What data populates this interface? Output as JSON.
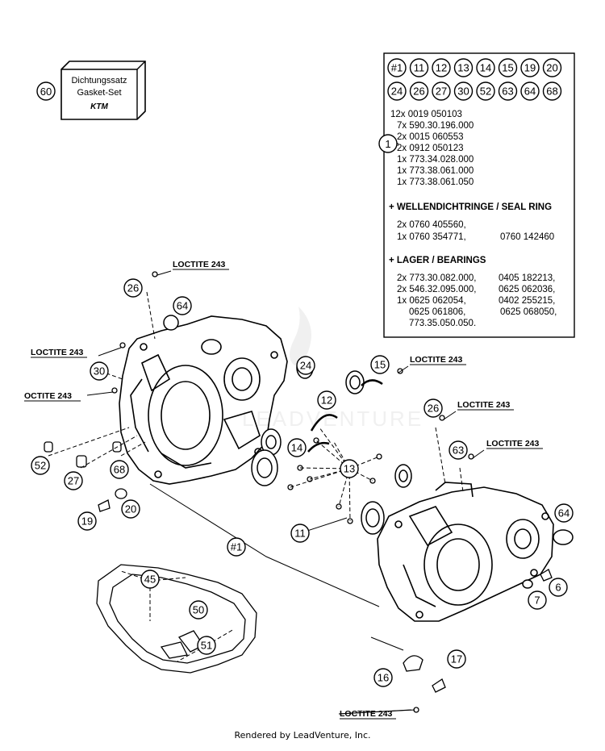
{
  "kit_box": {
    "callout": "60",
    "line1": "Dichtungssatz",
    "line2": "Gasket-Set",
    "brand": "KTM"
  },
  "legend": {
    "callout": "1",
    "badges_row1": [
      "#1",
      "11",
      "12",
      "13",
      "14",
      "15",
      "19",
      "20"
    ],
    "badges_row2": [
      "24",
      "26",
      "27",
      "30",
      "52",
      "63",
      "64",
      "68"
    ],
    "screws": [
      "12x 0019 050103",
      "7x 590.30.196.000",
      "2x 0015 060553",
      "2x 0912 050123",
      "1x 773.34.028.000",
      "1x 773.38.061.000",
      "1x 773.38.061.050"
    ],
    "seal_heading": "+ WELLENDICHTRINGE /  SEAL RING",
    "seal_lines": [
      {
        "left": "2x 0760 405560,",
        "right": ""
      },
      {
        "left": "1x 0760 354771,",
        "right": "0760 142460"
      }
    ],
    "bearing_heading": "+ LAGER / BEARINGS",
    "bearing_lines": [
      {
        "left": "2x 773.30.082.000,",
        "right": "0405 182213,"
      },
      {
        "left": "2x 546.32.095.000,",
        "right": "0625 062036,"
      },
      {
        "left": "1x 0625 062054,",
        "right": "0402 255215,"
      },
      {
        "left": "0625 061806,",
        "right": "0625 068050,"
      },
      {
        "left": "773.35.050.050.",
        "right": ""
      }
    ]
  },
  "loctite_labels": [
    "LOCTITE 243",
    "LOCTITE 243",
    "OCTITE 243",
    "LOCTITE 243",
    "LOCTITE 243",
    "LOCTITE 243",
    "LOCTITE 243"
  ],
  "callouts": [
    "26",
    "64",
    "30",
    "24",
    "15",
    "12",
    "52",
    "27",
    "68",
    "14",
    "13",
    "26",
    "63",
    "19",
    "20",
    "11",
    "#1",
    "64",
    "6",
    "7",
    "45",
    "50",
    "51",
    "16",
    "17"
  ],
  "footer": "Rendered by LeadVenture, Inc.",
  "watermark": "LEADVENTURE"
}
